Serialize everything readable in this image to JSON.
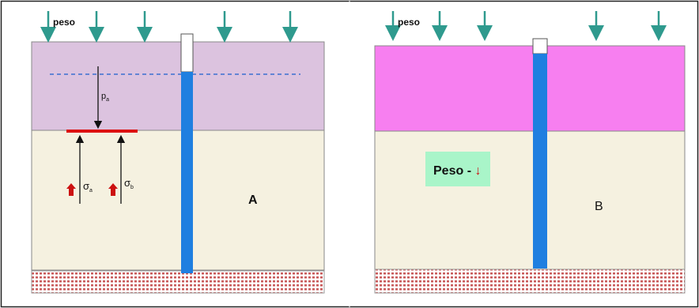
{
  "panel_a": {
    "weight_label": "peso",
    "pressure_label": "p",
    "pressure_sub": "a",
    "sigma_1": "σ",
    "sigma_1_sub": "a",
    "sigma_2": "σ",
    "sigma_2_sub": "b",
    "letter": "A"
  },
  "panel_b": {
    "weight_label": "peso",
    "callout": "Peso - ↓",
    "letter": "B"
  },
  "colors": {
    "upper_layer_a": "#dcc3df",
    "upper_layer_b": "#f77ff0",
    "lower_layer": "#f5f1e0",
    "water_column": "#1f7fe0",
    "load_arrow": "#2f9a8e",
    "bedrock_stripe": "#c85a5a",
    "plate": "#dd1111",
    "water_table": "#3a6fd0",
    "callout_bg": "#a9f5c9",
    "up_arrow": "#cc1111"
  }
}
